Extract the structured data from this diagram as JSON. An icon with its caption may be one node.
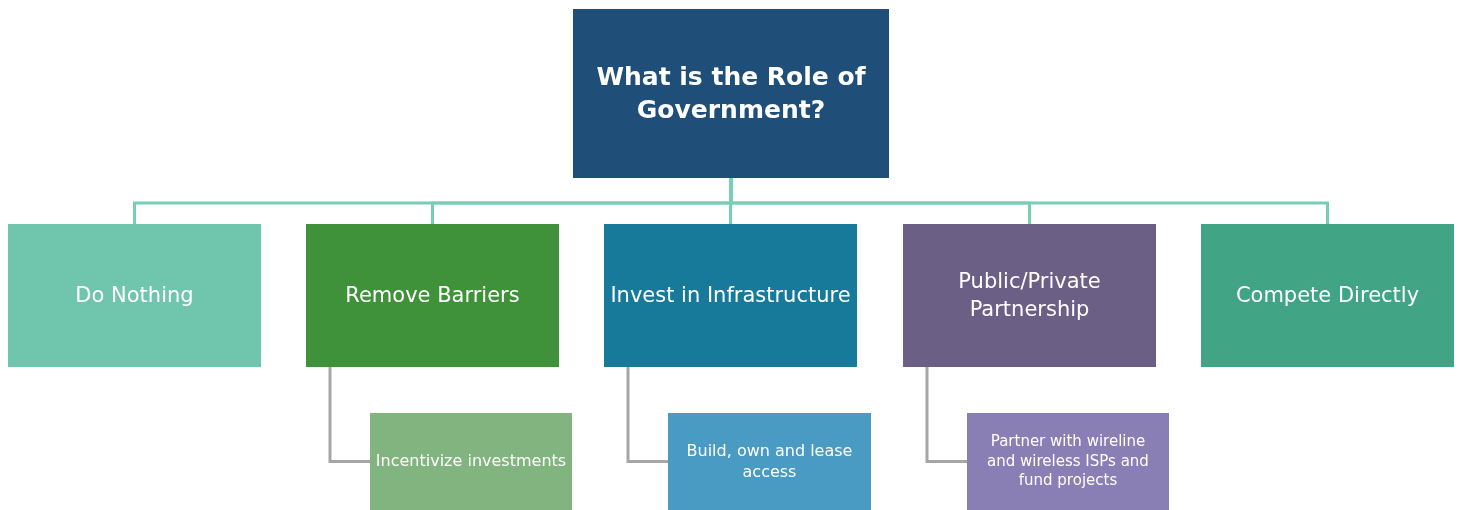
{
  "diagram": {
    "nodes": [
      {
        "text": [
          "What is the Role of Government?"
        ]
      },
      {
        "text": [
          "Do Nothing"
        ]
      },
      {
        "text": [
          "Remove Barriers"
        ]
      },
      {
        "text": [
          "Invest in Infrastructure"
        ]
      },
      {
        "text": [
          "Public/Private Partnership"
        ]
      },
      {
        "text": [
          "Compete Directly"
        ]
      },
      {
        "text": [
          "Incentivize investments"
        ]
      },
      {
        "text": [
          "Build, own and lease access"
        ]
      },
      {
        "text": [
          "Partner with wireline and wireless ISPs and fund projects"
        ]
      }
    ],
    "edges": [
      {
        "from": 0,
        "to": 1,
        "arrow": "none"
      },
      {
        "from": 0,
        "to": 2,
        "arrow": "none"
      },
      {
        "from": 0,
        "to": 3,
        "arrow": "none"
      },
      {
        "from": 0,
        "to": 4,
        "arrow": "none"
      },
      {
        "from": 0,
        "to": 5,
        "arrow": "none"
      },
      {
        "from": 2,
        "to": 6,
        "arrow": "none",
        "color": "#a6a6a6"
      },
      {
        "from": 3,
        "to": 7,
        "arrow": "none",
        "color": "#a6a6a6"
      },
      {
        "from": 4,
        "to": 8,
        "arrow": "none",
        "color": "#a6a6a6"
      }
    ]
  }
}
